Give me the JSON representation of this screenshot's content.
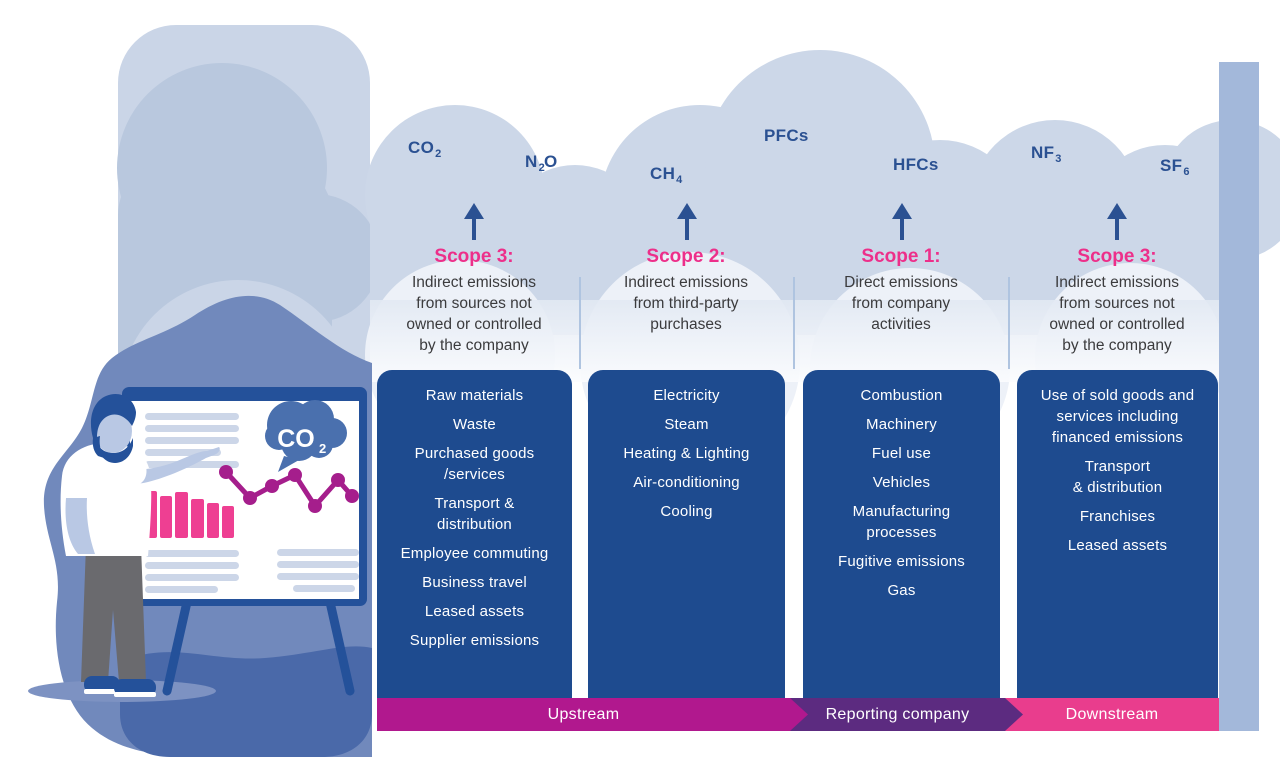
{
  "diagram": {
    "gases": [
      {
        "pre": "CO",
        "sub": "2",
        "post": ""
      },
      {
        "pre": "N",
        "sub": "2",
        "post": "O"
      },
      {
        "pre": "CH",
        "sub": "4",
        "post": ""
      },
      {
        "pre": "PFCs",
        "sub": "",
        "post": ""
      },
      {
        "pre": "HFCs",
        "sub": "",
        "post": ""
      },
      {
        "pre": "NF",
        "sub": "3",
        "post": ""
      },
      {
        "pre": "SF",
        "sub": "6",
        "post": ""
      }
    ],
    "columns": [
      {
        "scope_title": "Scope 3:",
        "description": "Indirect emissions\nfrom sources not\nowned or controlled\nby the company",
        "items": [
          "Raw materials",
          "Waste",
          "Purchased goods\n/services",
          "Transport &\ndistribution",
          "Employee commuting",
          "Business travel",
          "Leased assets",
          "Supplier emissions"
        ]
      },
      {
        "scope_title": "Scope 2:",
        "description": "Indirect emissions\nfrom third-party\npurchases",
        "items": [
          "Electricity",
          "Steam",
          "Heating & Lighting",
          "Air-conditioning",
          "Cooling"
        ]
      },
      {
        "scope_title": "Scope 1:",
        "description": "Direct emissions\nfrom company\nactivities",
        "items": [
          "Combustion",
          "Machinery",
          "Fuel use",
          "Vehicles",
          "Manufacturing\nprocesses",
          "Fugitive emissions",
          "Gas"
        ]
      },
      {
        "scope_title": "Scope 3:",
        "description": "Indirect emissions\nfrom sources not\nowned or controlled\nby the company",
        "items": [
          "Use of sold goods and\nservices including\nfinanced emissions",
          "Transport\n& distribution",
          "Franchises",
          "Leased assets"
        ]
      }
    ],
    "bottom_bar": [
      {
        "label": "Upstream",
        "color": "#b1188e"
      },
      {
        "label": "Reporting company",
        "color": "#5c2b80"
      },
      {
        "label": "Downstream",
        "color": "#e93d8d"
      }
    ],
    "board": {
      "co2_pre": "CO",
      "co2_sub": "2"
    },
    "colors": {
      "scope_title_pink": "#ed2f8a",
      "category_box_blue": "#1e4b8f",
      "gas_label_navy": "#2b5192",
      "description_gray": "#3b3b3d",
      "upstream_magenta": "#b1188e",
      "reporting_purple": "#5c2b80",
      "downstream_pink": "#e93d8d",
      "bar_chart_pink": "#ee3f92",
      "line_chart_magenta": "#a51e8c",
      "cloud_band": "#ccd7e8",
      "blob_blue": "#7189bc"
    }
  }
}
